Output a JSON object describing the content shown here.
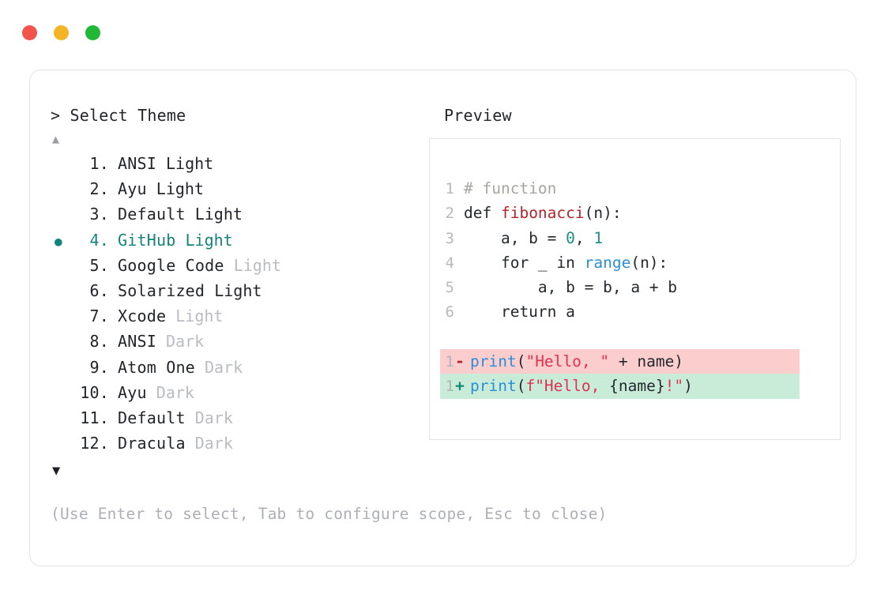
{
  "window": {
    "traffic_lights": [
      {
        "name": "close",
        "color": "#f2544c"
      },
      {
        "name": "minimize",
        "color": "#f5b426"
      },
      {
        "name": "maximize",
        "color": "#22b837"
      }
    ]
  },
  "prompt": {
    "title": "> Select Theme",
    "preview_label": "Preview",
    "scroll_up_icon": "▲",
    "scroll_down_icon": "▼"
  },
  "theme_list": {
    "selected_index": 4,
    "selected_bullet": "●",
    "items": [
      {
        "num": "1.",
        "name": "ANSI",
        "variant": "Light",
        "variant_dim": false,
        "selected": false
      },
      {
        "num": "2.",
        "name": "Ayu",
        "variant": "Light",
        "variant_dim": false,
        "selected": false
      },
      {
        "num": "3.",
        "name": "Default",
        "variant": "Light",
        "variant_dim": false,
        "selected": false
      },
      {
        "num": "4.",
        "name": "GitHub",
        "variant": "Light",
        "variant_dim": false,
        "selected": true
      },
      {
        "num": "5.",
        "name": "Google Code",
        "variant": "Light",
        "variant_dim": true,
        "selected": false
      },
      {
        "num": "6.",
        "name": "Solarized",
        "variant": "Light",
        "variant_dim": false,
        "selected": false
      },
      {
        "num": "7.",
        "name": "Xcode",
        "variant": "Light",
        "variant_dim": true,
        "selected": false
      },
      {
        "num": "8.",
        "name": "ANSI",
        "variant": "Dark",
        "variant_dim": true,
        "selected": false
      },
      {
        "num": "9.",
        "name": "Atom One",
        "variant": "Dark",
        "variant_dim": true,
        "selected": false
      },
      {
        "num": "10.",
        "name": "Ayu",
        "variant": "Dark",
        "variant_dim": true,
        "selected": false
      },
      {
        "num": "11.",
        "name": "Default",
        "variant": "Dark",
        "variant_dim": true,
        "selected": false
      },
      {
        "num": "12.",
        "name": "Dracula",
        "variant": "Dark",
        "variant_dim": true,
        "selected": false
      }
    ]
  },
  "preview": {
    "code_lines": [
      {
        "ln": "1",
        "tokens": [
          {
            "t": "# function",
            "c": "comment"
          }
        ]
      },
      {
        "ln": "2",
        "tokens": [
          {
            "t": "def ",
            "c": "plain"
          },
          {
            "t": "fibonacci",
            "c": "func"
          },
          {
            "t": "(n):",
            "c": "plain"
          }
        ]
      },
      {
        "ln": "3",
        "tokens": [
          {
            "t": "    a, b = ",
            "c": "plain"
          },
          {
            "t": "0",
            "c": "num"
          },
          {
            "t": ", ",
            "c": "plain"
          },
          {
            "t": "1",
            "c": "num"
          }
        ]
      },
      {
        "ln": "4",
        "tokens": [
          {
            "t": "    for _ in ",
            "c": "plain"
          },
          {
            "t": "range",
            "c": "builtin"
          },
          {
            "t": "(n):",
            "c": "plain"
          }
        ]
      },
      {
        "ln": "5",
        "tokens": [
          {
            "t": "        a, b = b, a + b",
            "c": "plain"
          }
        ]
      },
      {
        "ln": "6",
        "tokens": [
          {
            "t": "    return a",
            "c": "plain"
          }
        ]
      }
    ],
    "diff_lines": [
      {
        "ln": "1",
        "marker": "-",
        "kind": "del",
        "tokens": [
          {
            "t": "print",
            "c": "builtin"
          },
          {
            "t": "(",
            "c": "plain"
          },
          {
            "t": "\"Hello, \"",
            "c": "str"
          },
          {
            "t": " + name)",
            "c": "plain"
          }
        ]
      },
      {
        "ln": "1",
        "marker": "+",
        "kind": "add",
        "tokens": [
          {
            "t": "print",
            "c": "builtin"
          },
          {
            "t": "(",
            "c": "plain"
          },
          {
            "t": "f\"Hello, ",
            "c": "str"
          },
          {
            "t": "{name}",
            "c": "plain"
          },
          {
            "t": "!\"",
            "c": "str"
          },
          {
            "t": ")",
            "c": "plain"
          }
        ]
      }
    ]
  },
  "footer": {
    "hint": "(Use Enter to select, Tab to configure scope, Esc to close)"
  }
}
